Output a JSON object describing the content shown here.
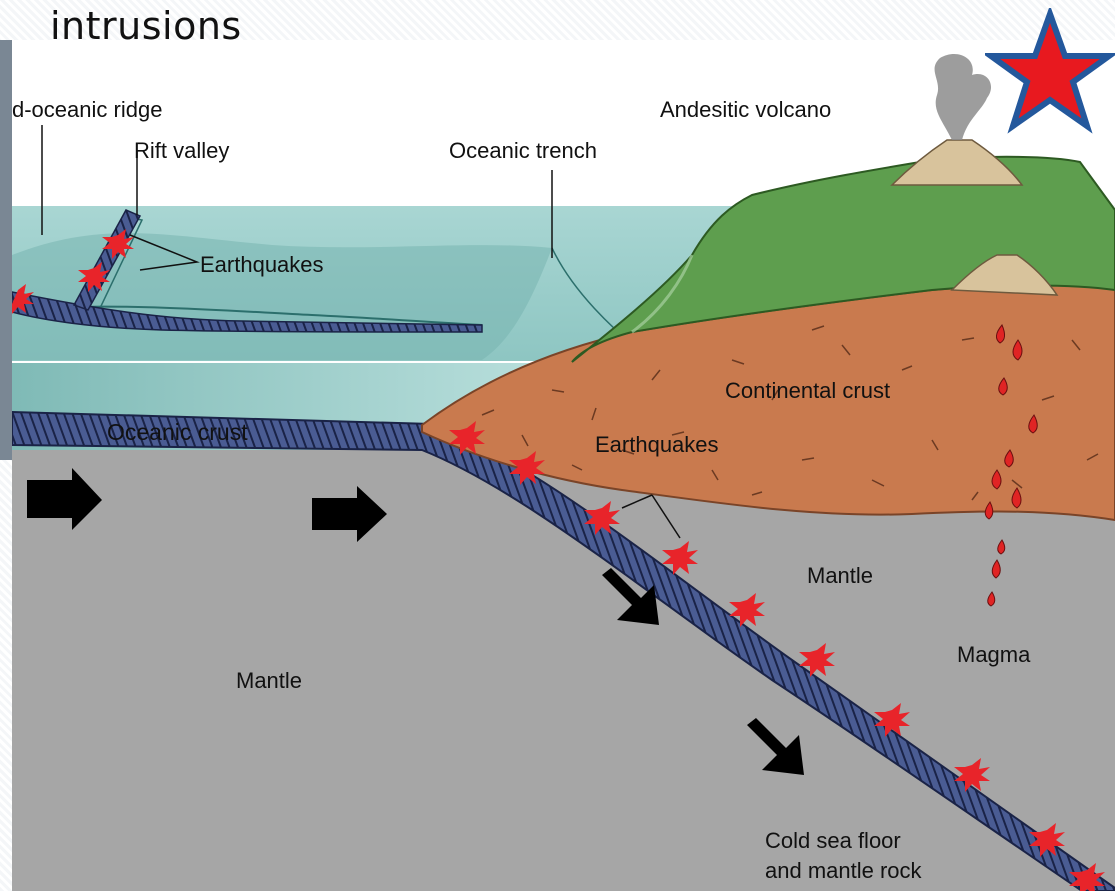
{
  "slide": {
    "title": "intrusions"
  },
  "diagram": {
    "labels": {
      "mid_oceanic_ridge": "d-oceanic ridge",
      "rift_valley": "Rift valley",
      "oceanic_trench": "Oceanic trench",
      "andesitic_volcano": "Andesitic volcano",
      "earthquakes_upper": "Earthquakes",
      "continental_crust": "Continental crust",
      "oceanic_crust": "Oceanic crust",
      "earthquakes_lower": "Earthquakes",
      "mantle_right": "Mantle",
      "mantle_left": "Mantle",
      "magma": "Magma",
      "cold_sea_floor_line1": "Cold sea floor",
      "cold_sea_floor_line2": "and mantle rock"
    },
    "colors": {
      "ocean": "#8fc7c4",
      "ocean_deep": "#6fb0ae",
      "oceanic_crust": "#3d4f86",
      "continental_crust": "#c97a4e",
      "land": "#5e9e4e",
      "mantle": "#a6a6a6",
      "earthquake": "#e8242a",
      "star_fill": "#e8191f",
      "star_outline": "#24589c"
    },
    "icons": {
      "earthquake": "earthquake-burst-icon",
      "arrow": "plate-motion-arrow-icon",
      "badge": "star-icon"
    }
  }
}
